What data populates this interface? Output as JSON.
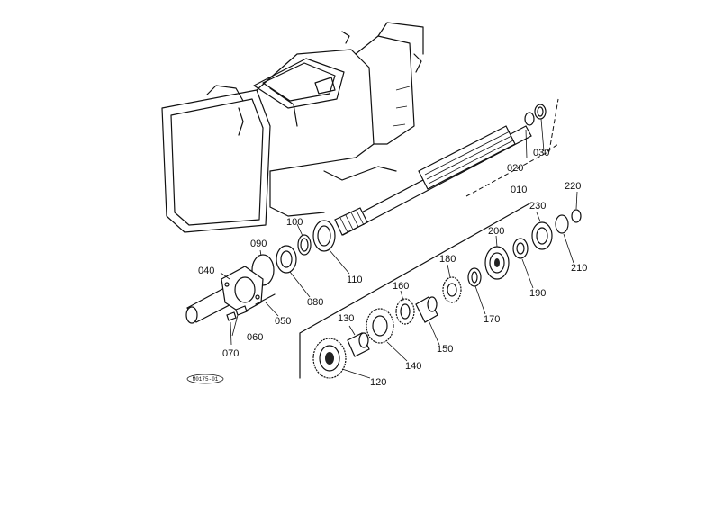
{
  "diagram_ref": "M0175-01",
  "parts": [
    {
      "id": "p010",
      "label": "010"
    },
    {
      "id": "p020",
      "label": "020"
    },
    {
      "id": "p030",
      "label": "030"
    },
    {
      "id": "p040",
      "label": "040"
    },
    {
      "id": "p050",
      "label": "050"
    },
    {
      "id": "p060",
      "label": "060"
    },
    {
      "id": "p070",
      "label": "070"
    },
    {
      "id": "p080",
      "label": "080"
    },
    {
      "id": "p090",
      "label": "090"
    },
    {
      "id": "p100",
      "label": "100"
    },
    {
      "id": "p110",
      "label": "110"
    },
    {
      "id": "p120",
      "label": "120"
    },
    {
      "id": "p130",
      "label": "130"
    },
    {
      "id": "p140",
      "label": "140"
    },
    {
      "id": "p150",
      "label": "150"
    },
    {
      "id": "p160",
      "label": "160"
    },
    {
      "id": "p170",
      "label": "170"
    },
    {
      "id": "p180",
      "label": "180"
    },
    {
      "id": "p190",
      "label": "190"
    },
    {
      "id": "p200",
      "label": "200"
    },
    {
      "id": "p210",
      "label": "210"
    },
    {
      "id": "p220",
      "label": "220"
    },
    {
      "id": "p230",
      "label": "230"
    }
  ]
}
